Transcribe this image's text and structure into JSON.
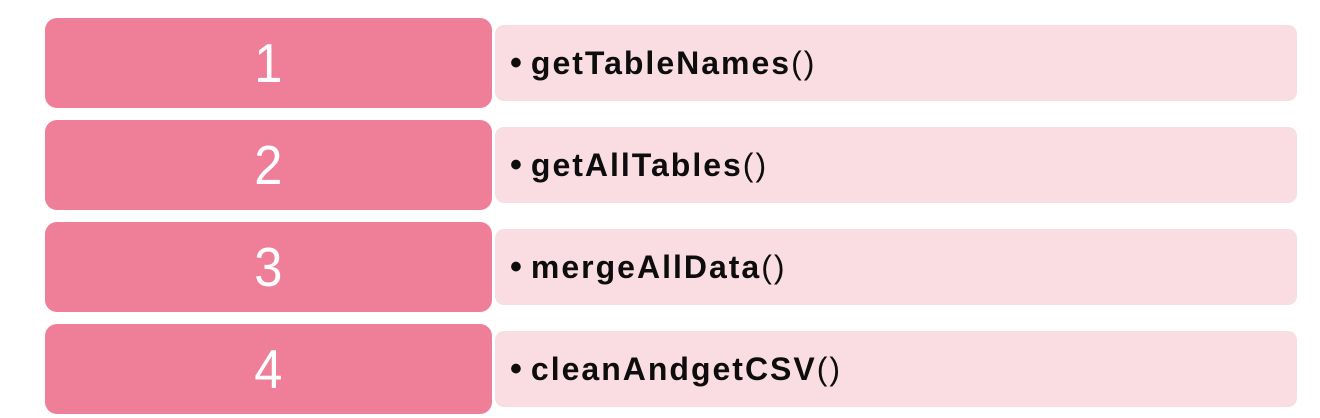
{
  "colors": {
    "number_box_bg": "#EF7E99",
    "label_box_bg": "#FADDE3",
    "number_text": "#FFFFFF",
    "label_text": "#0D0D0D",
    "background": "#FFFFFF"
  },
  "list": {
    "items": [
      {
        "number": "1",
        "bullet": "•",
        "label": "getTableNames",
        "suffix": "()"
      },
      {
        "number": "2",
        "bullet": "•",
        "label": "getAllTables",
        "suffix": "()"
      },
      {
        "number": "3",
        "bullet": "•",
        "label": "mergeAllData",
        "suffix": "()"
      },
      {
        "number": "4",
        "bullet": "•",
        "label": "cleanAndgetCSV",
        "suffix": "()"
      }
    ]
  }
}
